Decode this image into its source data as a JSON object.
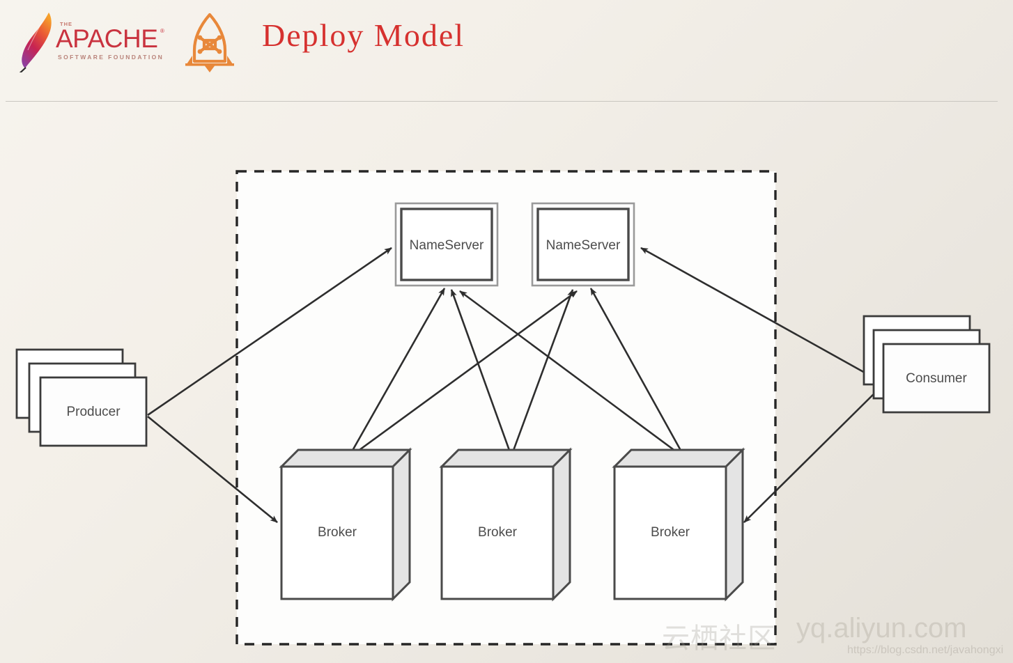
{
  "header": {
    "apache_logo": {
      "the": "THE",
      "name": "APACHE",
      "registered": "®",
      "subtitle": "SOFTWARE FOUNDATION",
      "color": "#c9333f"
    },
    "rocketmq_logo": {
      "icon": "rocket-icon",
      "color": "#e8883a"
    },
    "title": "Deploy Model",
    "title_color": "#d6312f"
  },
  "diagram": {
    "type": "deployment-architecture",
    "cluster_boundary": {
      "style": "dashed",
      "color": "#262626"
    },
    "nodes": [
      {
        "id": "producer",
        "label": "Producer",
        "shape": "stacked-rect",
        "group": "client"
      },
      {
        "id": "nameserver1",
        "label": "NameServer",
        "shape": "double-rect",
        "group": "cluster"
      },
      {
        "id": "nameserver2",
        "label": "NameServer",
        "shape": "double-rect",
        "group": "cluster"
      },
      {
        "id": "broker1",
        "label": "Broker",
        "shape": "cube-3d",
        "group": "cluster"
      },
      {
        "id": "broker2",
        "label": "Broker",
        "shape": "cube-3d",
        "group": "cluster"
      },
      {
        "id": "broker3",
        "label": "Broker",
        "shape": "cube-3d",
        "group": "cluster"
      },
      {
        "id": "consumer",
        "label": "Consumer",
        "shape": "stacked-rect",
        "group": "client"
      }
    ],
    "edges": [
      {
        "from": "producer",
        "to": "nameserver1",
        "arrow": "single"
      },
      {
        "from": "producer",
        "to": "broker1",
        "arrow": "single"
      },
      {
        "from": "broker1",
        "to": "nameserver1",
        "arrow": "single"
      },
      {
        "from": "broker1",
        "to": "nameserver2",
        "arrow": "single"
      },
      {
        "from": "broker2",
        "to": "nameserver1",
        "arrow": "single"
      },
      {
        "from": "broker2",
        "to": "nameserver2",
        "arrow": "single"
      },
      {
        "from": "broker3",
        "to": "nameserver1",
        "arrow": "single"
      },
      {
        "from": "broker3",
        "to": "nameserver2",
        "arrow": "single"
      },
      {
        "from": "consumer",
        "to": "nameserver2",
        "arrow": "single"
      },
      {
        "from": "consumer",
        "to": "broker3",
        "arrow": "single"
      }
    ],
    "node_stroke": "#404040",
    "node_fill": "#ffffff",
    "cube_shade": "#e4e4e4"
  },
  "watermark": {
    "community": "云栖社区",
    "site": "yq.aliyun.com",
    "blog": "https://blog.csdn.net/javahongxi"
  }
}
